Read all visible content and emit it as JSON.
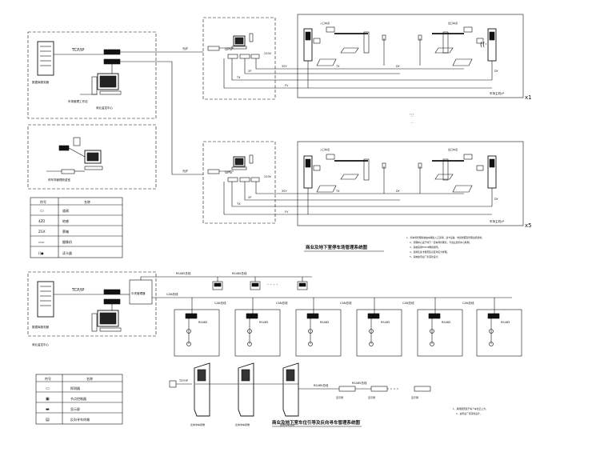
{
  "titles": {
    "parking_system": "商业及地下室停车场管理系统图",
    "guidance_system": "商业及地下室车位引导及反向寻车管理系统图"
  },
  "multipliers": {
    "upper": "x1",
    "lower": "x5"
  },
  "ellipsis": "· · · ·",
  "network": {
    "tcpip_1": "TCP/IP",
    "tcpip_2": "TCP/IP",
    "rs485_top": "RS485总线",
    "can_bus_labels": [
      "CAN总线",
      "CAN总线",
      "CAN总线",
      "CAN总线",
      "CAN总线"
    ],
    "rs485_node": "RS485",
    "rs485_bottom": "RS485总线",
    "tcpip_kiosk": "TCP/IP"
  },
  "cable_labels": {
    "ups": "UPS",
    "v220": "220V",
    "twp": "2P",
    "sy": "3SY",
    "tx": "TX",
    "dy": "DY",
    "fv": "FV"
  },
  "lane_labels": {
    "in_lane": "入口车道",
    "out_lane": "出口车道",
    "device": "车场主机LP"
  },
  "legend_top": {
    "header": [
      "符号",
      "名称"
    ],
    "rows": [
      {
        "symbol": "▭",
        "name": "道闸"
      },
      {
        "symbol": "4ZD",
        "name": "地感"
      },
      {
        "symbol": "ZGX",
        "name": "票箱"
      },
      {
        "symbol": "▭▭",
        "name": "摄像机"
      },
      {
        "symbol": "((●",
        "name": "读卡器"
      }
    ]
  },
  "legend_bottom": {
    "header": [
      "符号",
      "名称"
    ],
    "rows": [
      {
        "symbol": "▭",
        "name": "探测器"
      },
      {
        "symbol": "▣",
        "name": "节点控制器"
      },
      {
        "symbol": "▬",
        "name": "显示屏"
      },
      {
        "symbol": "▤",
        "name": "反向寻车终端"
      }
    ]
  },
  "notes_top": [
    "1、停车场管理系统由车辆出入口道闸、读卡设备、地感线圈及管理主机组成。",
    "2、管理中心设于地下一层车库管理室，与商业监控中心联网。",
    "3、系统采用TCP/IP网络通讯。",
    "4、道闸及读卡器安装高度详见大样图。",
    "5、系统由专业厂家深化设计。"
  ],
  "notes_bottom": [
    "1、探测器安装于每个车位正上方。",
    "2、由专业厂家深化设计。"
  ]
}
